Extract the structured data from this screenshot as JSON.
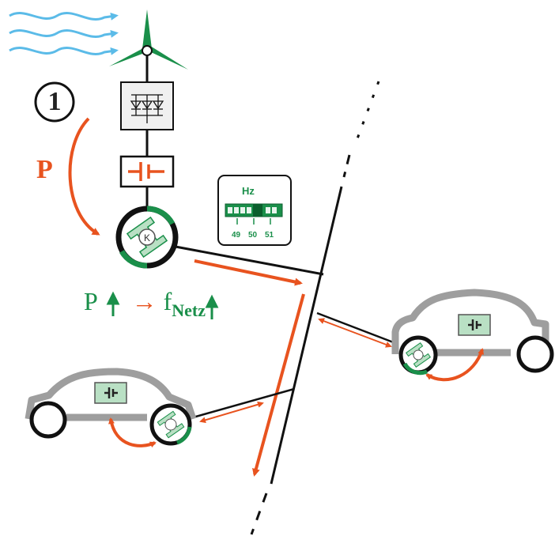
{
  "step_marker": "1",
  "power_label": "P",
  "relation": {
    "left": "P",
    "arrow": "→",
    "freq_symbol": "f",
    "freq_subscript": "Netz"
  },
  "frequency_meter": {
    "unit": "Hz",
    "ticks": [
      "49",
      "50",
      "51"
    ]
  },
  "colors": {
    "accent": "#e8531f",
    "green": "#1a8f4a",
    "car_gray": "#9e9e9e",
    "wind": "#5bbbe8"
  }
}
